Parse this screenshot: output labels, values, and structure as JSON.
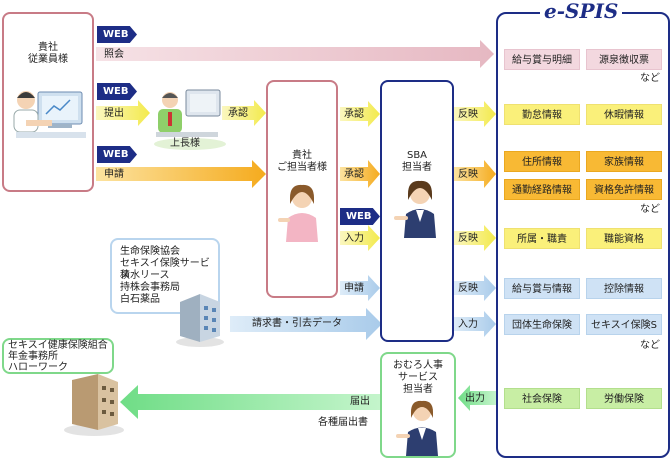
{
  "left_box": {
    "line1": "貴社",
    "line2": "従業員様"
  },
  "web_tags": [
    "WEB",
    "WEB",
    "WEB",
    "WEB"
  ],
  "arrows": {
    "shokai": "照会",
    "teishutsu": "提出",
    "shinsei": "申請",
    "shonin_left": "承認",
    "shonin_right1": "承認",
    "shonin_right2": "承認",
    "nyuryoku1": "入力",
    "shinsei2": "申請",
    "hanei1": "反映",
    "hanei2": "反映",
    "hanei3": "反映",
    "hanei4": "反映",
    "nyuryoku2": "入力",
    "shutsuryoku": "出力",
    "todokede": "届出",
    "invoice": "請求書・引去データ",
    "various_forms": "各種届出書"
  },
  "boss_label": "上長様",
  "tantou_box": {
    "line1": "貴社",
    "line2": "ご担当者様"
  },
  "sba_box": {
    "line1": "SBA",
    "line2": "担当者"
  },
  "omuro_box": {
    "line1": "おむろ人事",
    "line2": "サービス",
    "line3": "担当者"
  },
  "vendors": [
    "生命保険協会",
    "セキスイ保険サービス",
    "積水リース",
    "持株会事務局",
    "白石薬品"
  ],
  "agencies": [
    "セキスイ健康保険組合",
    "年金事務所",
    "ハローワーク"
  ],
  "espis": {
    "title": "e-SPIS",
    "rows": [
      [
        "給与賞与明細",
        "源泉徴収票"
      ],
      [
        "勤怠情報",
        "休暇情報"
      ],
      [
        "住所情報",
        "家族情報"
      ],
      [
        "通勤経路情報",
        "資格免許情報"
      ],
      [
        "所属・職責",
        "職能資格"
      ],
      [
        "給与賞与情報",
        "控除情報"
      ],
      [
        "団体生命保険",
        "セキスイ保険S"
      ],
      [
        "社会保険",
        "労働保険"
      ]
    ],
    "nado": [
      "など",
      "など",
      "など"
    ]
  },
  "colors": {
    "navy": "#1d2d86",
    "pink_arrow": "#eac8cf",
    "yellow_arrow": "#f7f27a",
    "orange_arrow": "#f8b934",
    "blue_arrow": "#b9d5ee",
    "green_arrow": "#8fe8a0",
    "left_border": "#c87b86",
    "omuro_border": "#7fd88a"
  }
}
